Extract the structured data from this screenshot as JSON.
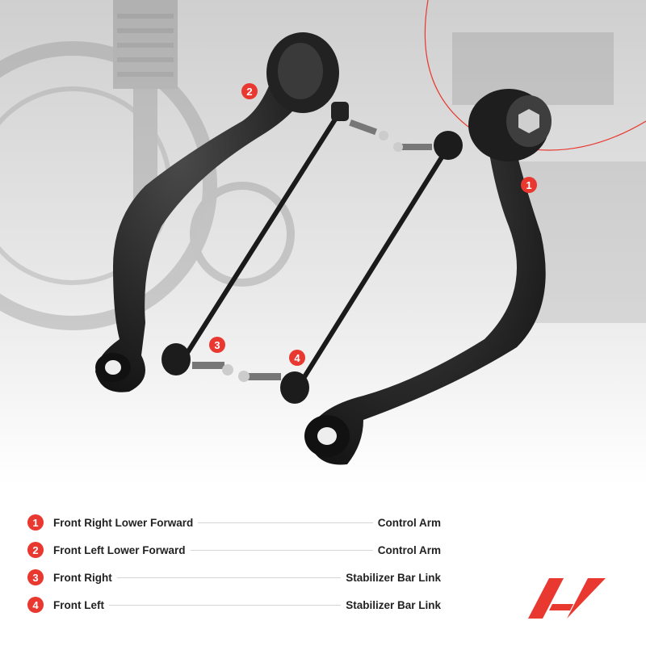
{
  "photo_callouts": [
    {
      "number": "1"
    },
    {
      "number": "2"
    },
    {
      "number": "3"
    },
    {
      "number": "4"
    }
  ],
  "legend": [
    {
      "number": "1",
      "label": "Front Right Lower Forward",
      "part": "Control Arm"
    },
    {
      "number": "2",
      "label": "Front Left Lower Forward",
      "part": "Control Arm"
    },
    {
      "number": "3",
      "label": "Front Right",
      "part": "Stabilizer Bar Link"
    },
    {
      "number": "4",
      "label": "Front Left",
      "part": "Stabilizer Bar Link"
    }
  ],
  "colors": {
    "accent": "#e8382f",
    "part_black": "#1a1a1a",
    "background_grey": "#d9d9d9"
  },
  "logo": {
    "name": "brand-logo"
  }
}
